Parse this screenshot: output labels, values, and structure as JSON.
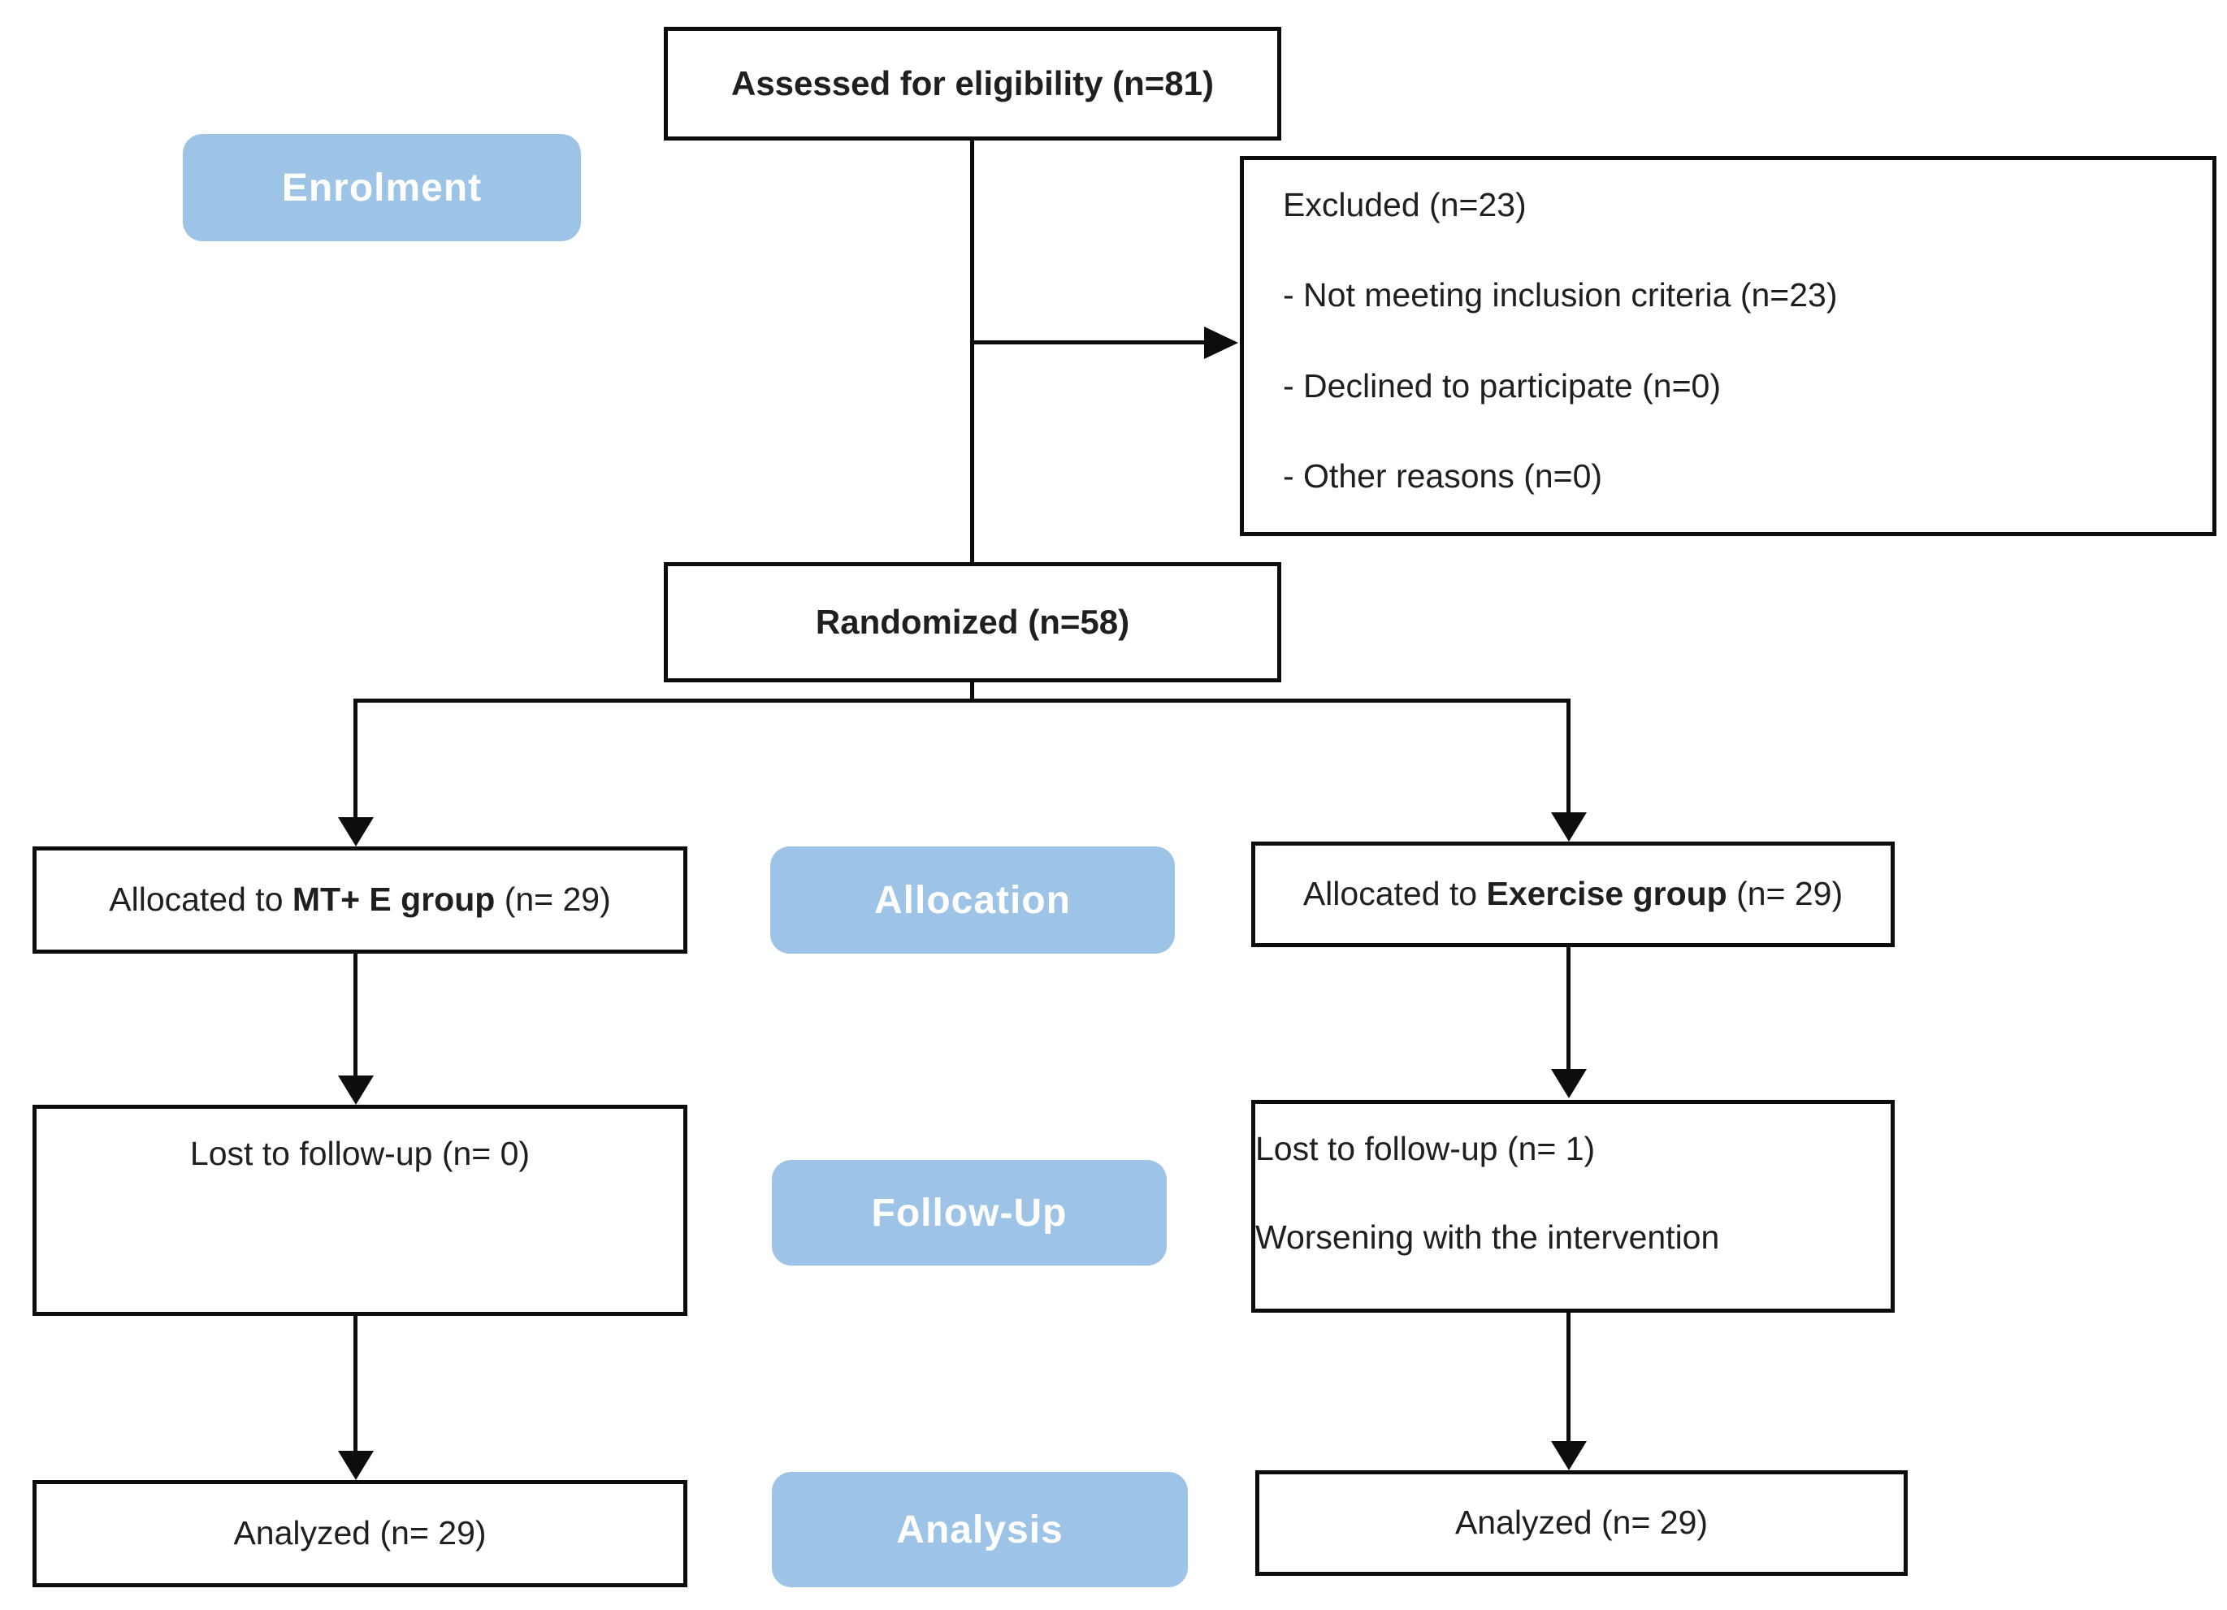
{
  "diagram": {
    "kind": "CONSORT participant flow diagram",
    "stage_labels": {
      "enrolment": "Enrolment",
      "allocation": "Allocation",
      "follow_up": "Follow-Up",
      "analysis": "Analysis"
    },
    "nodes": {
      "assessed": {
        "text": "Assessed for eligibility (n=81)"
      },
      "excluded": {
        "title": "Excluded (n=23)",
        "reasons": [
          "- Not meeting inclusion criteria (n=23)",
          "- Declined to participate (n=0)",
          "- Other reasons (n=0)"
        ]
      },
      "randomized": {
        "text": "Randomized (n=58)"
      },
      "allocated_left": {
        "prefix": "Allocated to ",
        "group": "MT+ E group",
        "suffix": " (n= 29)"
      },
      "allocated_right": {
        "prefix": "Allocated to ",
        "group": "Exercise group",
        "suffix": " (n= 29)"
      },
      "lost_left": {
        "text": "Lost to follow-up (n= 0)"
      },
      "lost_right": {
        "text": "Lost to follow-up (n= 1)",
        "reason": "Worsening with the intervention"
      },
      "analyzed_left": {
        "text": "Analyzed (n= 29)"
      },
      "analyzed_right": {
        "text": "Analyzed (n= 29)"
      }
    },
    "colors": {
      "stage_fill": "#9DC3E6",
      "stage_text": "#FFFFFF",
      "box_border": "#0D0D0D",
      "box_fill": "#FFFFFF",
      "connector": "#0D0D0D",
      "background": "#FFFFFF"
    },
    "counts": {
      "assessed": 81,
      "excluded": 23,
      "not_meeting_criteria": 23,
      "declined": 0,
      "other_reasons": 0,
      "randomized": 58,
      "allocated_mt_e": 29,
      "allocated_exercise": 29,
      "lost_mt_e": 0,
      "lost_exercise": 1,
      "analyzed_mt_e": 29,
      "analyzed_exercise": 29
    }
  }
}
